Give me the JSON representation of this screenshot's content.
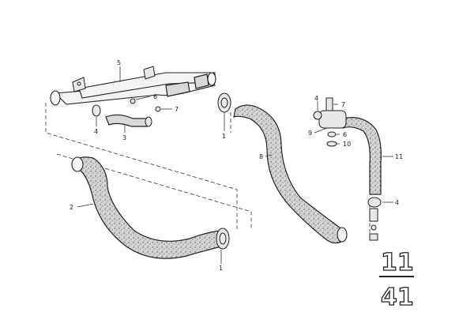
{
  "callouts": {
    "c5": "5",
    "c6_left": "6",
    "c7_left": "7",
    "c4_left": "4",
    "c3": "3",
    "c1_top": "1",
    "c2": "2",
    "c1_bottom": "1",
    "c8": "8",
    "c4_right_top": "4",
    "c7_right": "7",
    "c9": "9",
    "c6_right": "6",
    "c10": "10",
    "c11": "11",
    "c4_right_bottom": "4"
  },
  "reference": {
    "top": "11",
    "bottom": "41"
  }
}
